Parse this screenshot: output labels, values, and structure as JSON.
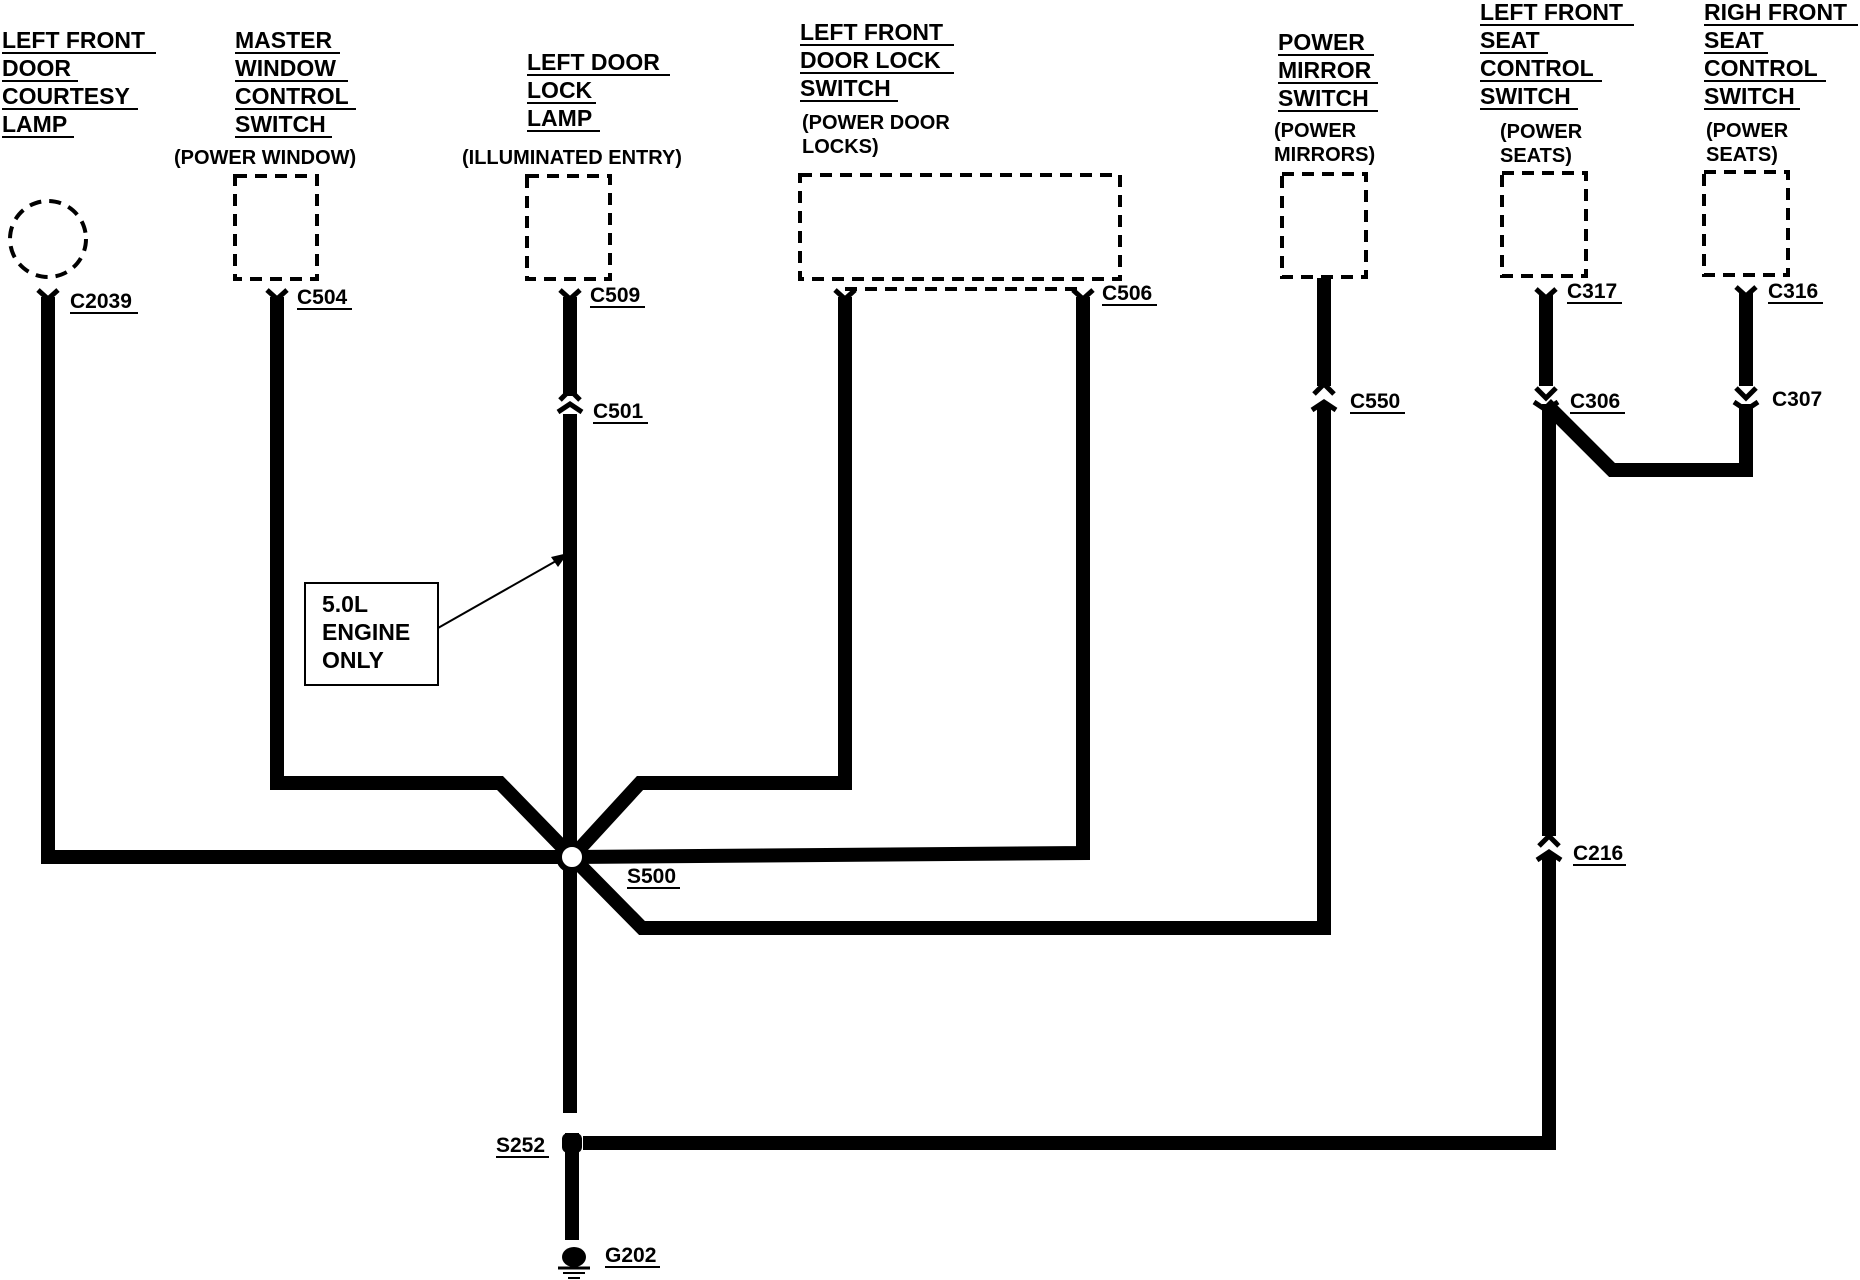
{
  "components": [
    {
      "id": "lf-door-courtesy-lamp",
      "lines": [
        "LEFT FRONT",
        "DOOR",
        "COURTESY",
        "LAMP"
      ]
    },
    {
      "id": "master-window-control-switch",
      "lines": [
        "MASTER",
        "WINDOW",
        "CONTROL",
        "SWITCH"
      ],
      "sub": [
        "(POWER WINDOW)"
      ]
    },
    {
      "id": "left-door-lock-lamp",
      "lines": [
        "LEFT DOOR",
        "LOCK",
        "LAMP"
      ],
      "sub": [
        "(ILLUMINATED ENTRY)"
      ]
    },
    {
      "id": "lf-door-lock-switch",
      "lines": [
        "LEFT FRONT",
        "DOOR LOCK",
        "SWITCH"
      ],
      "sub": [
        "(POWER DOOR",
        "LOCKS)"
      ]
    },
    {
      "id": "power-mirror-switch",
      "lines": [
        "POWER",
        "MIRROR",
        "SWITCH"
      ],
      "sub": [
        "(POWER",
        "MIRRORS)"
      ]
    },
    {
      "id": "lf-seat-control-switch",
      "lines": [
        "LEFT FRONT",
        "SEAT",
        "CONTROL",
        "SWITCH"
      ],
      "sub": [
        "(POWER",
        "SEATS)"
      ]
    },
    {
      "id": "rf-seat-control-switch",
      "lines": [
        "RIGH FRONT",
        "SEAT",
        "CONTROL",
        "SWITCH"
      ],
      "sub": [
        "(POWER",
        "SEATS)"
      ]
    }
  ],
  "connectors": [
    "C2039",
    "C504",
    "C509",
    "C501",
    "C506",
    "C550",
    "C317",
    "C306",
    "C316",
    "C307",
    "C216"
  ],
  "splices": [
    "S500",
    "S252"
  ],
  "ground": "G202",
  "note": [
    "5.0L",
    "ENGINE",
    "ONLY"
  ]
}
